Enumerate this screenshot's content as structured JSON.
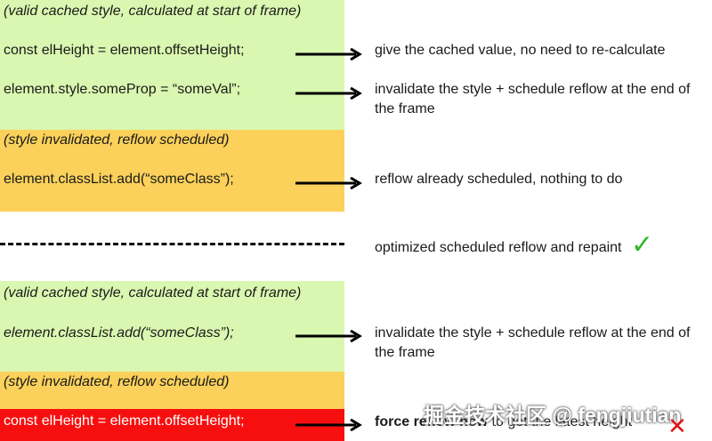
{
  "top": {
    "green_label": "(valid cached style, calculated at start of frame)",
    "line1_code": "const elHeight = element.offsetHeight;",
    "line1_note": "give the cached value, no need to re-calculate",
    "line2_code": "element.style.someProp = “someVal”;",
    "line2_note": "invalidate the style + schedule reflow at the end of the frame",
    "yellow_label": "(style invalidated, reflow scheduled)",
    "line3_code": "element.classList.add(“someClass”);",
    "line3_note": "reflow already scheduled, nothing to do"
  },
  "divider": {
    "note": "optimized scheduled reflow and repaint",
    "mark": "✓",
    "mark_color": "#2eb82e"
  },
  "bottom": {
    "green_label": "(valid cached style, calculated at start of frame)",
    "line1_code": "element.classList.add(“someClass”);",
    "line1_note": "invalidate the style + schedule reflow at the end of the frame",
    "yellow_label": "(style invalidated, reflow scheduled)",
    "line2_code": "const elHeight = element.offsetHeight;",
    "line2_note_bold": "force reflow now",
    "line2_note_rest": " to get the latest height",
    "mark": "✕",
    "mark_color": "#e01414"
  },
  "watermark": "掘金技术社区 @ fengjiutian",
  "colors": {
    "green_block": "#d9f7b0",
    "yellow_block": "#fbd15b",
    "red_block": "#f70f0f"
  }
}
